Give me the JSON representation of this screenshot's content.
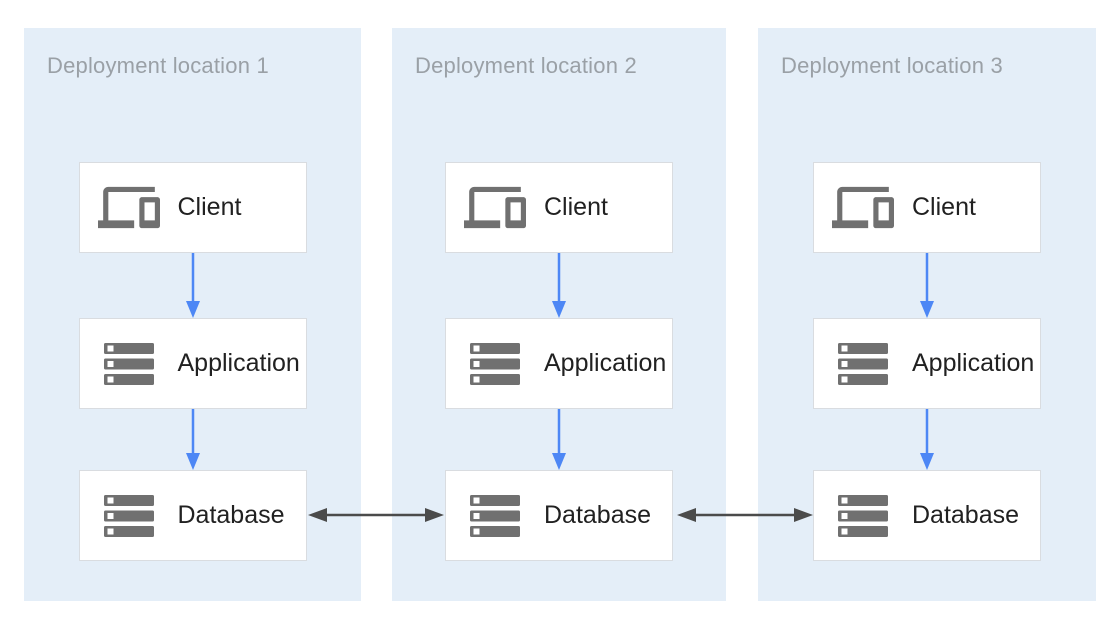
{
  "diagram": {
    "columns": [
      {
        "title": "Deployment location 1",
        "nodes": [
          {
            "label": "Client",
            "icon": "devices-icon"
          },
          {
            "label": "Application",
            "icon": "server-stack-icon"
          },
          {
            "label": "Database",
            "icon": "server-stack-icon"
          }
        ]
      },
      {
        "title": "Deployment location 2",
        "nodes": [
          {
            "label": "Client",
            "icon": "devices-icon"
          },
          {
            "label": "Application",
            "icon": "server-stack-icon"
          },
          {
            "label": "Database",
            "icon": "server-stack-icon"
          }
        ]
      },
      {
        "title": "Deployment location 3",
        "nodes": [
          {
            "label": "Client",
            "icon": "devices-icon"
          },
          {
            "label": "Application",
            "icon": "server-stack-icon"
          },
          {
            "label": "Database",
            "icon": "server-stack-icon"
          }
        ]
      }
    ],
    "edges": {
      "within_each_location": [
        {
          "from": "Client",
          "to": "Application",
          "direction": "down",
          "color": "#4D87F5"
        },
        {
          "from": "Application",
          "to": "Database",
          "direction": "down",
          "color": "#4D87F5"
        }
      ],
      "between_locations": [
        {
          "from": "Database (location 1)",
          "to": "Database (location 2)",
          "direction": "bidirectional",
          "color": "#4B4B4B"
        },
        {
          "from": "Database (location 2)",
          "to": "Database (location 3)",
          "direction": "bidirectional",
          "color": "#4B4B4B"
        }
      ]
    },
    "colors": {
      "panel_background": "#E4EEF8",
      "node_background": "#FFFFFF",
      "node_border": "#D9DCE0",
      "title_text": "#9AA0A6",
      "label_text": "#212121",
      "icon_gray": "#707070",
      "flow_arrow_blue": "#4D87F5",
      "sync_arrow_gray": "#4B4B4B"
    }
  }
}
